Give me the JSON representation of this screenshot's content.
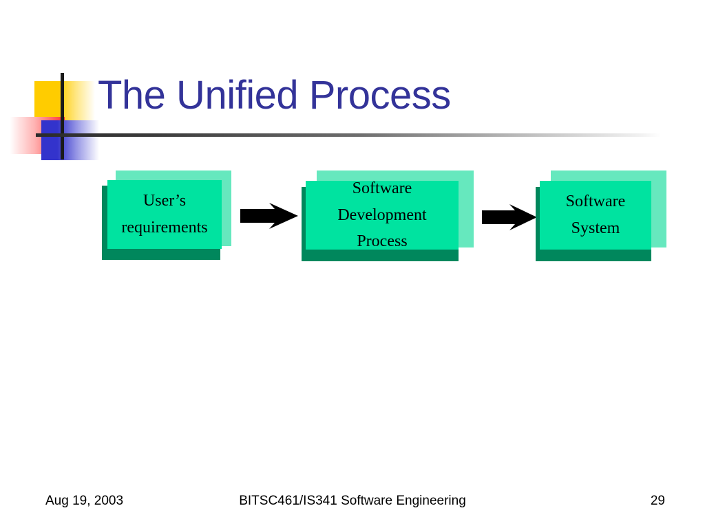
{
  "slide": {
    "title": "The Unified Process",
    "title_color": "#333399",
    "background_color": "#ffffff"
  },
  "decoration": {
    "yellow_block_color": "#FFCC00",
    "red_block_color": "#FF3333",
    "blue_block_color": "#3333CC",
    "vertical_rule_color": "#1a1a1a",
    "horizontal_rule_color": "#2b2b2b"
  },
  "diagram": {
    "type": "flow",
    "box_fill_color": "#00E3A0",
    "box_highlight_color": "#66E8BE",
    "box_shadow_color": "#00875C",
    "arrow_color": "#000000",
    "boxes": [
      {
        "id": "user-requirements",
        "lines": [
          "User’s",
          "requirements"
        ]
      },
      {
        "id": "software-development-process",
        "lines": [
          "Software",
          "Development",
          "Process"
        ]
      },
      {
        "id": "software-system",
        "lines": [
          "Software",
          "System"
        ]
      }
    ],
    "arrows": [
      {
        "id": "arrow-1",
        "from": "user-requirements",
        "to": "software-development-process"
      },
      {
        "id": "arrow-2",
        "from": "software-development-process",
        "to": "software-system"
      }
    ]
  },
  "footer": {
    "date": "Aug 19, 2003",
    "course": "BITSC461/IS341 Software Engineering",
    "page_number": "29"
  }
}
